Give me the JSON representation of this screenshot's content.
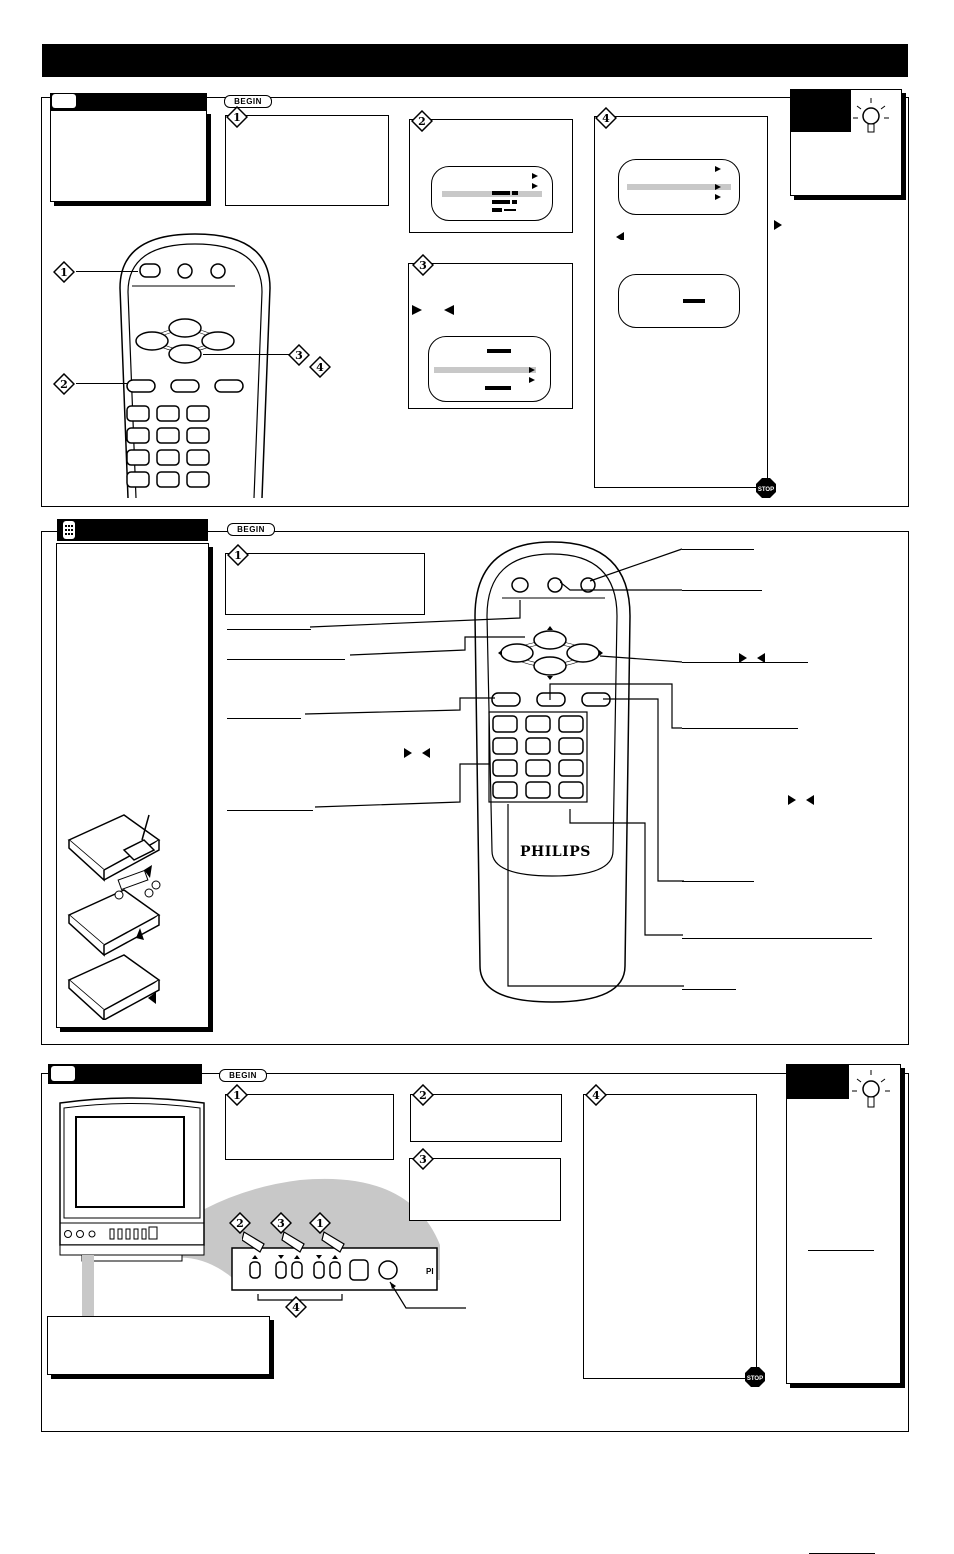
{
  "begin_label": "BEGIN",
  "stop_label": "STOP",
  "brand": "PHILIPS",
  "steps": {
    "s1": "1",
    "s2": "2",
    "s3": "3",
    "s4": "4"
  },
  "section1": {
    "title": "",
    "tip_title": ""
  },
  "section2": {
    "title": ""
  },
  "section3": {
    "title": "",
    "tip_title": ""
  },
  "colors": {
    "ink": "#000000",
    "paper": "#ffffff",
    "gray": "#c8c8c8"
  }
}
